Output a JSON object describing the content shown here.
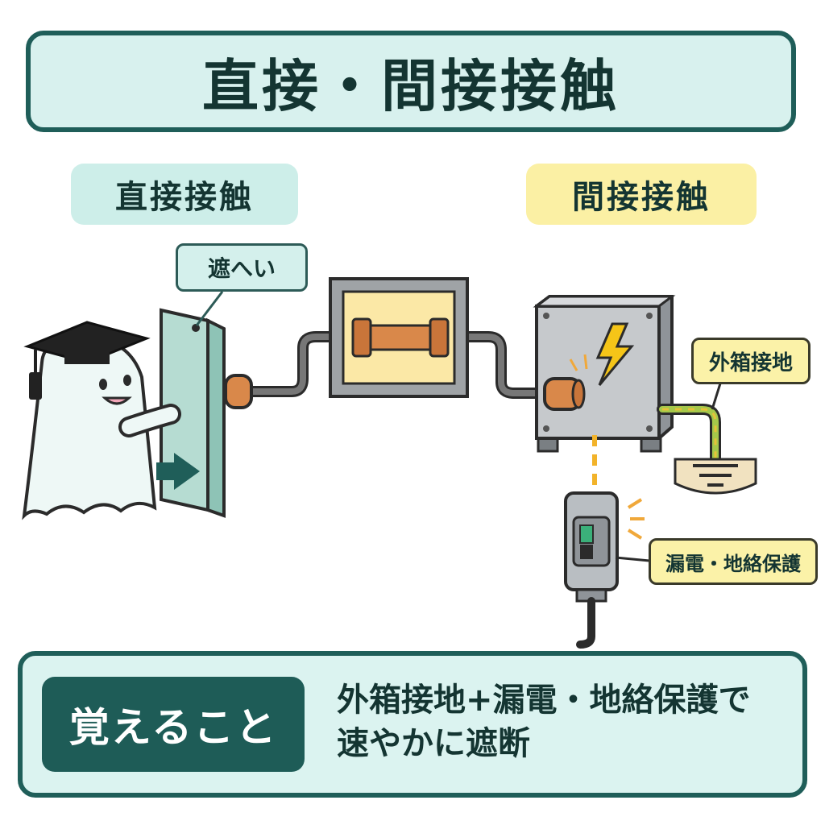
{
  "title": "直接・間接接触",
  "sections": {
    "direct": "直接接触",
    "indirect": "間接接触"
  },
  "callouts": {
    "barrier": "遮へい",
    "enclosure_grounding": "外箱接地",
    "leakage_protection": "漏電・地絡保護"
  },
  "memo": {
    "badge": "覚えること",
    "line1": "外箱接地+漏電・地絡保護で",
    "line2": "速やかに遮断"
  },
  "colors": {
    "teal_dark": "#1f5e59",
    "teal_light": "#d8f1ee",
    "yellow": "#fbf0a4",
    "bolt": "#f5c518",
    "copper": "#d9884a"
  },
  "icons": [
    "graduation-cap-icon",
    "arrow-right-icon",
    "lightning-bolt-icon",
    "ground-symbol-icon",
    "spark-icon"
  ]
}
